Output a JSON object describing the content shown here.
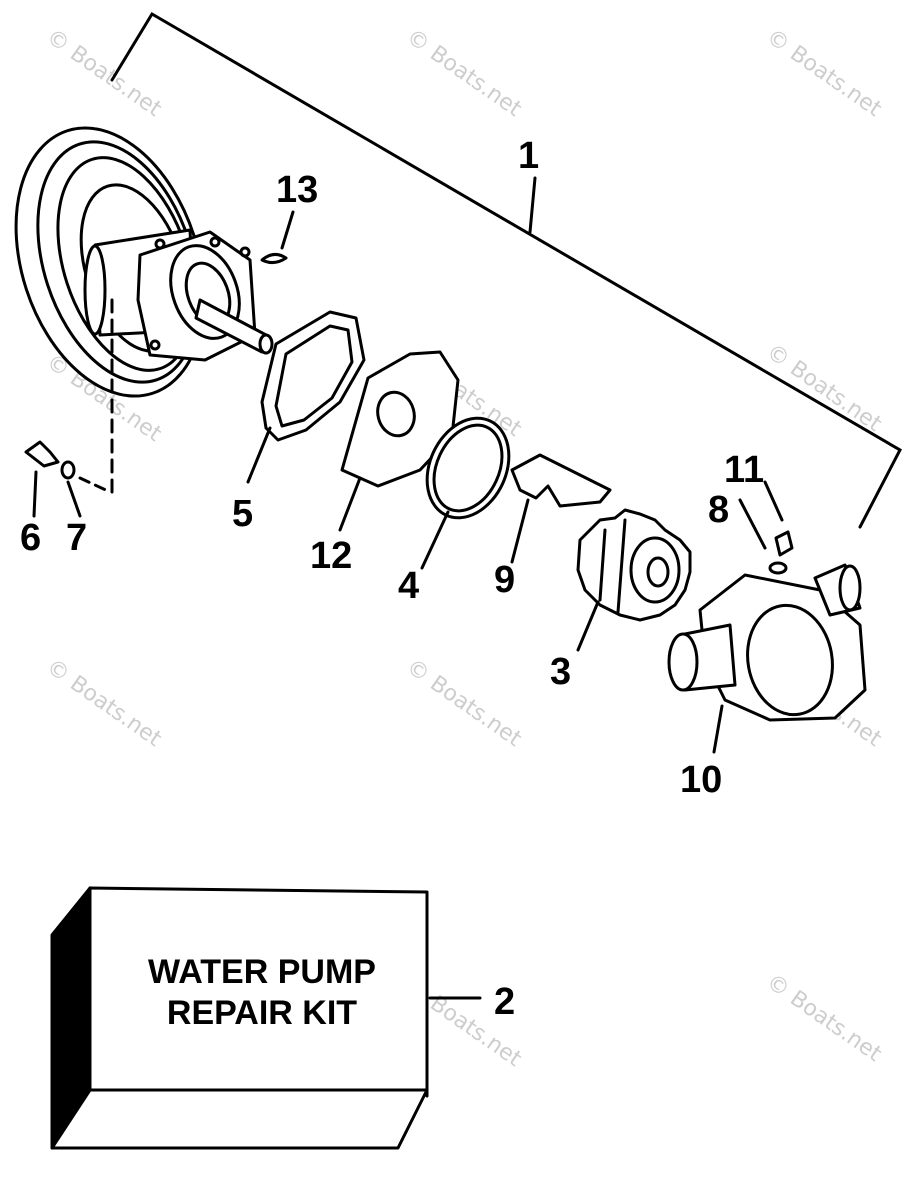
{
  "diagram": {
    "callouts": [
      "1",
      "2",
      "3",
      "4",
      "5",
      "6",
      "7",
      "8",
      "9",
      "10",
      "11",
      "12",
      "13"
    ],
    "kit_label": {
      "line1": "WATER PUMP",
      "line2": "REPAIR KIT"
    },
    "watermark": "© Boats.net"
  },
  "colors": {
    "ink": "#000000",
    "background": "#ffffff",
    "watermark": "#bdbdbd"
  }
}
